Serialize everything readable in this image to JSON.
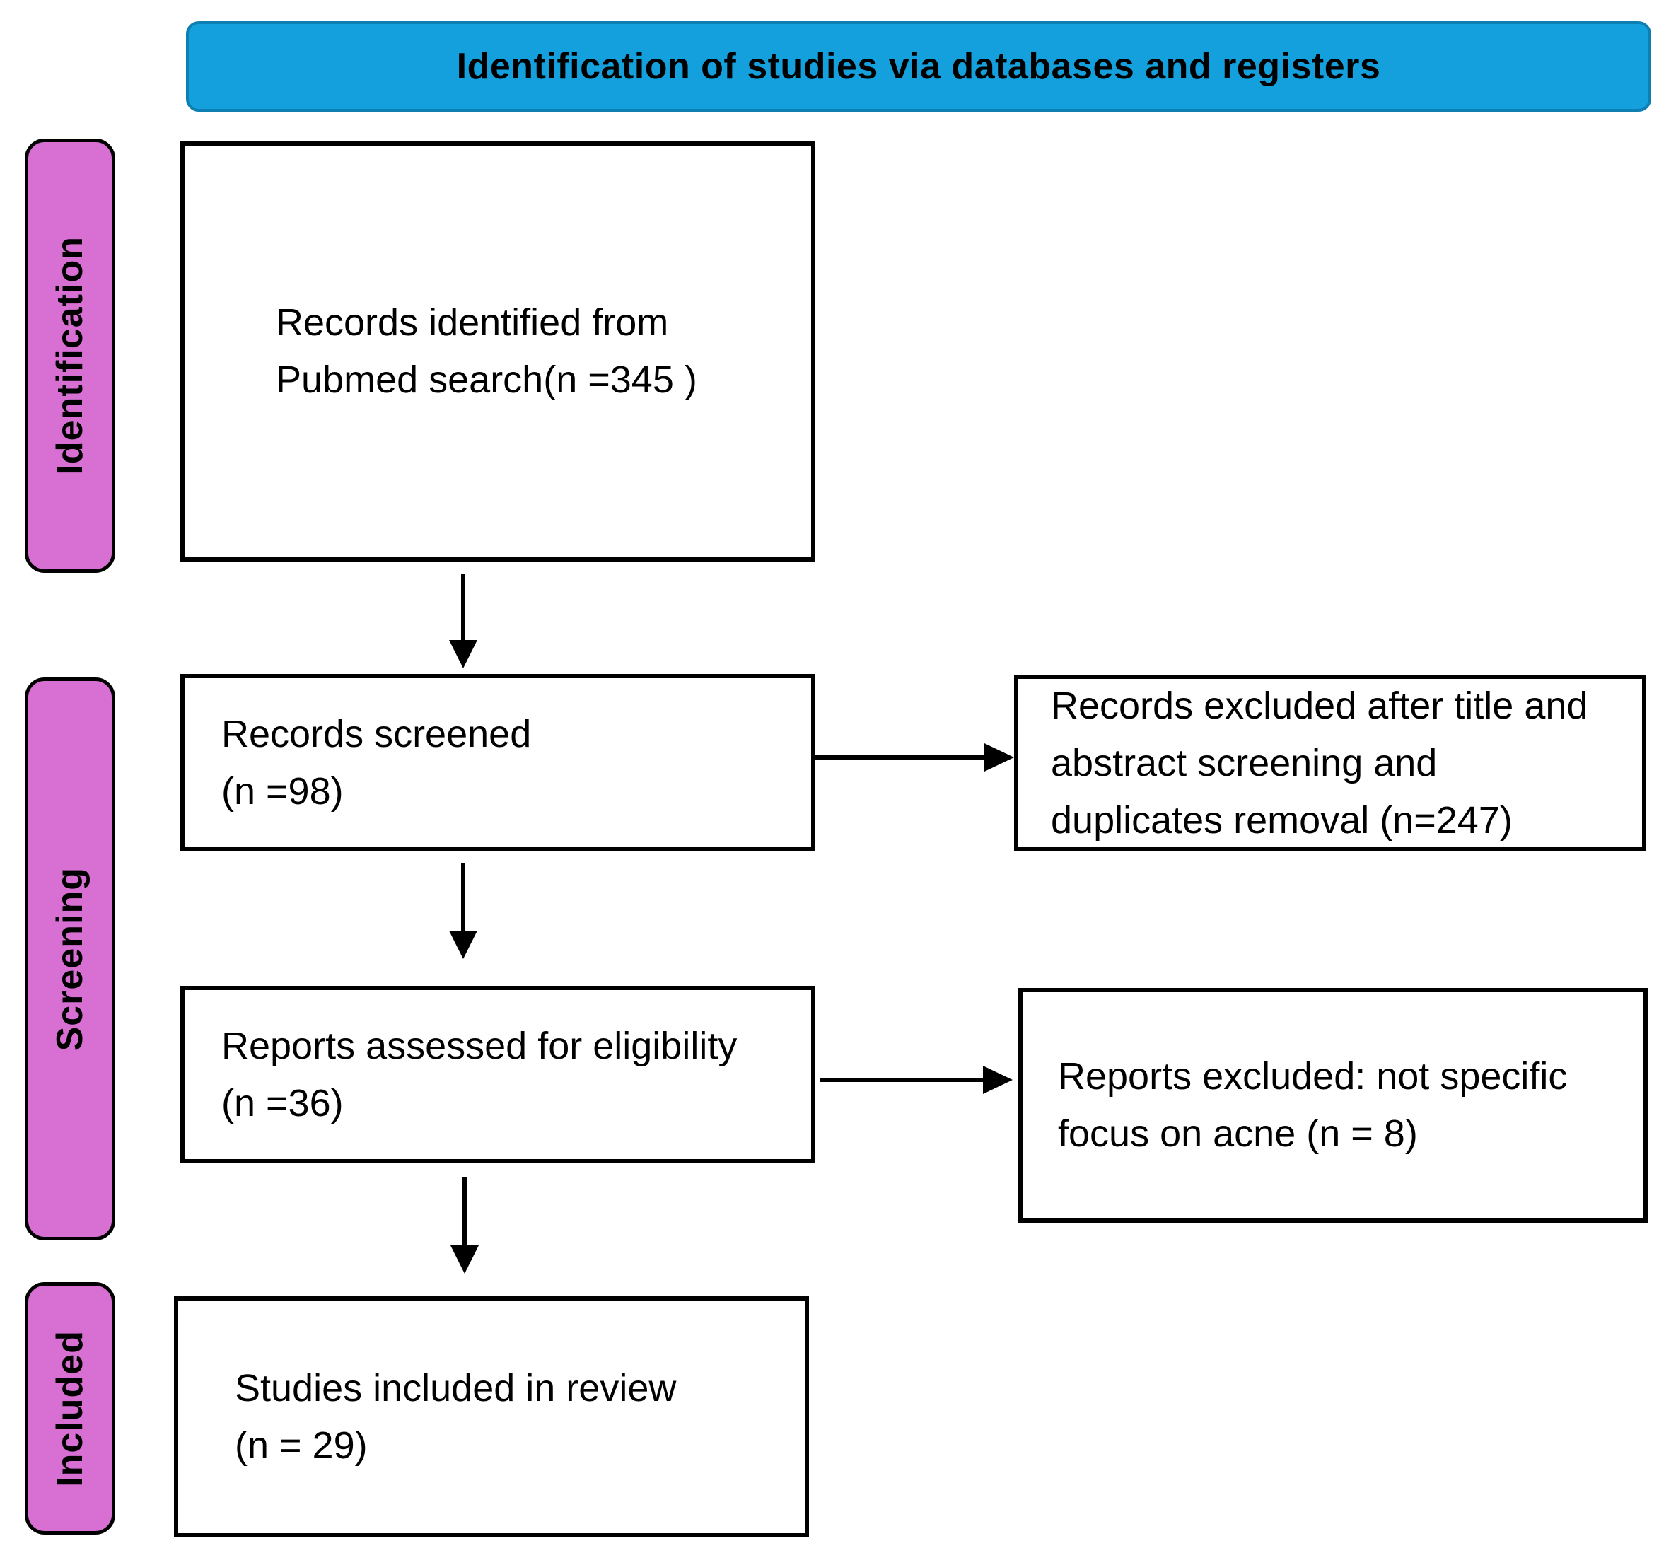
{
  "banner": {
    "title": "Identification of studies via databases and registers",
    "bg_color": "#14A0DC",
    "border_color": "#0D7FB3"
  },
  "stage_color": "#D770D2",
  "stages": [
    {
      "label": "Identification"
    },
    {
      "label": "Screening"
    },
    {
      "label": "Included"
    }
  ],
  "boxes": {
    "identified": "Records identified from\nPubmed search(n =345 )",
    "screened": "Records screened\n(n =98)",
    "assessed": "Reports assessed for eligibility\n(n =36)",
    "included": "Studies included in review\n(n = 29)",
    "excluded_screening": "Records excluded after title and\nabstract screening and\nduplicates removal (n=247)",
    "excluded_eligibility": "Reports excluded: not specific\nfocus on acne (n = 8)"
  }
}
